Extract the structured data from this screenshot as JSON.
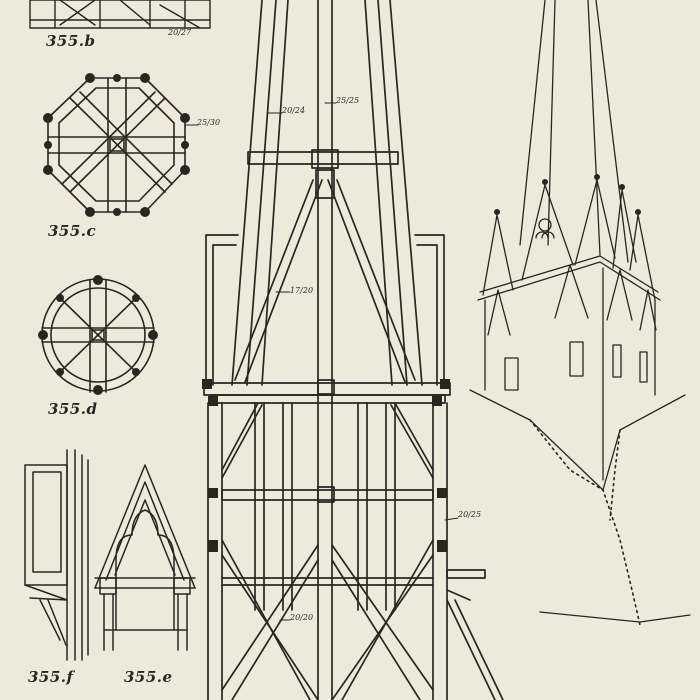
{
  "plate": {
    "figures": {
      "b": "355.b",
      "c": "355.c",
      "d": "355.d",
      "f": "355.f",
      "e": "355.e"
    },
    "dimensions": {
      "top_small": "20/27",
      "octagon": "25/30",
      "spire_post_left": "20/24",
      "spire_post_mid": "25/25",
      "spire_brace": "17/20",
      "base_post": "20/25",
      "base_brace": "20/20"
    }
  }
}
